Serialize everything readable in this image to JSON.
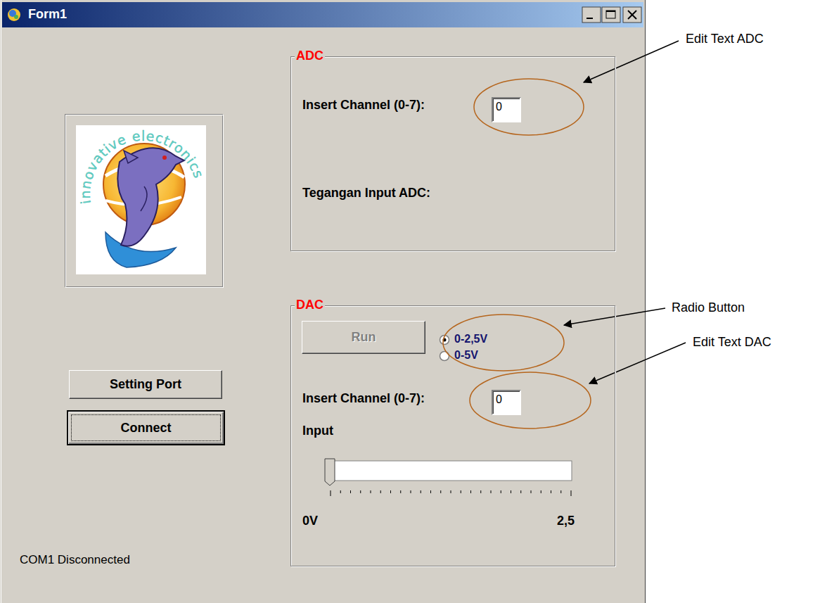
{
  "diagram": {
    "nodes": [
      {
        "text": [
          "Form1"
        ]
      },
      {
        "text": [
          "ADC"
        ],
        "in": 0
      },
      {
        "text": [
          "0"
        ],
        "in": 1
      },
      {
        "text": [
          "DAC"
        ],
        "in": 0
      },
      {
        "text": [
          "Run"
        ],
        "in": 3
      },
      {
        "text": [
          "0"
        ],
        "in": 3
      },
      {
        "text": [
          "Setting Port"
        ],
        "in": 0
      },
      {
        "text": [
          "Connect"
        ],
        "in": 0
      }
    ],
    "labels": [
      "innovative electronics",
      "Insert Channel (0-7):",
      "Tegangan Input ADC:",
      "0-2,5V",
      "0-5V",
      "Insert Channel (0-7):",
      "Input",
      "0V",
      "2,5",
      "COM1 Disconnected",
      "Edit Text ADC",
      "Radio Button",
      "Edit Text DAC"
    ]
  }
}
